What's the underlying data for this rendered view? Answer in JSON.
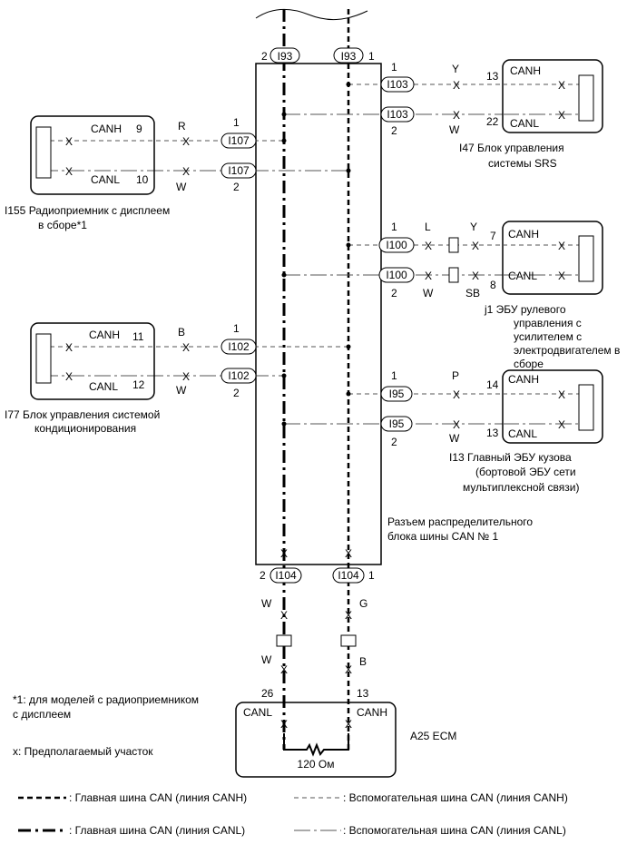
{
  "signals": {
    "canh": "CANH",
    "canl": "CANL"
  },
  "main_conn": {
    "top": "I93",
    "bottom": "I104",
    "pin_l": "2",
    "pin_r": "1"
  },
  "junction_caption": [
    "Разъем распределительного",
    "блока шины CAN № 1"
  ],
  "modules": [
    {
      "id": "srs",
      "title": [
        "I47  Блок управления",
        "системы SRS"
      ],
      "conn": "I103",
      "pin_h": "1",
      "pin_l": "2",
      "wire_h": "Y",
      "wire_l": "W",
      "term_h": "13",
      "term_l": "22"
    },
    {
      "id": "eps",
      "title": [
        "j1   ЭБУ рулевого",
        "управления с",
        "усилителем с",
        "электродвигателем в",
        "сборе"
      ],
      "conn": "I100",
      "pin_h": "1",
      "pin_l": "2",
      "wire_h": "L",
      "wire_h2": "Y",
      "wire_l": "W",
      "wire_l2": "SB",
      "term_h": "7",
      "term_l": "8"
    },
    {
      "id": "body",
      "title": [
        "I13  Главный ЭБУ кузова",
        "(бортовой ЭБУ сети",
        "мультиплексной связи)"
      ],
      "conn": "I95",
      "pin_h": "1",
      "pin_l": "2",
      "wire_h": "P",
      "wire_l": "W",
      "term_h": "14",
      "term_l": "13"
    },
    {
      "id": "radio",
      "title": [
        "I155  Радиоприемник с дисплеем",
        "в сборе*1"
      ],
      "conn": "I107",
      "pin_h": "1",
      "pin_l": "2",
      "wire_h": "R",
      "wire_l": "W",
      "term_h": "9",
      "term_l": "10"
    },
    {
      "id": "ac",
      "title": [
        "I77  Блок управления системой",
        "кондиционирования"
      ],
      "conn": "I102",
      "pin_h": "1",
      "pin_l": "2",
      "wire_h": "B",
      "wire_l": "W",
      "term_h": "11",
      "term_l": "12"
    }
  ],
  "ecm": {
    "title": "A25  ECM",
    "canl_pin": "26",
    "canh_pin": "13",
    "resistor": "120 Ом",
    "wire_l_top": "W",
    "wire_l_bot": "W",
    "wire_h_top": "G",
    "wire_h_bot": "B"
  },
  "footnote": [
    "*1: для моделей с радиоприемником",
    "с дисплеем"
  ],
  "suspect": "x: Предполагаемый участок",
  "legend": [
    ": Главная шина CAN (линия CANH)",
    ": Вспомогательная шина CAN (линия CANH)",
    ": Главная шина CAN (линия CANL)",
    ": Вспомогательная шина CAN (линия CANL)"
  ]
}
